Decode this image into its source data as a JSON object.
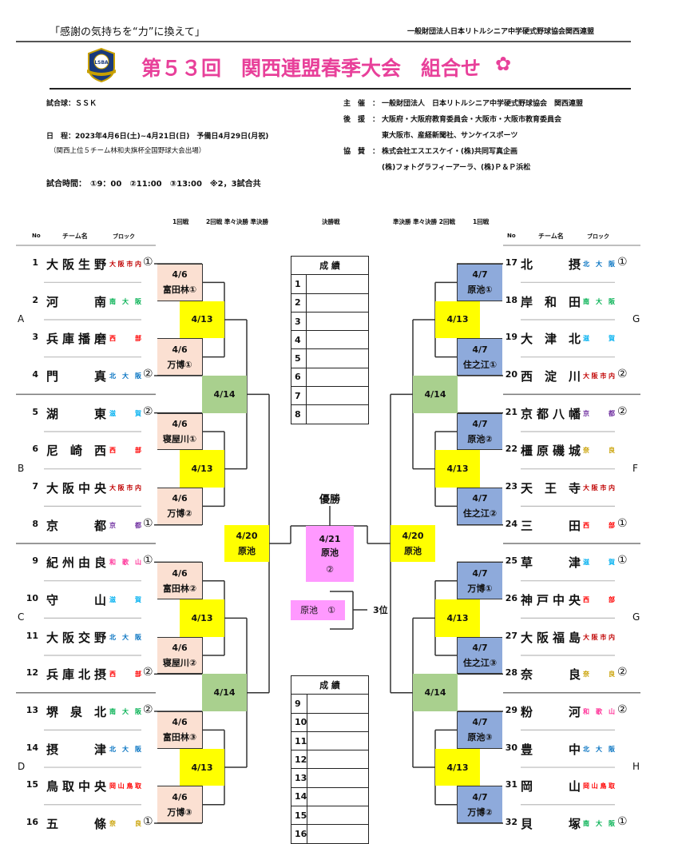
{
  "header": {
    "slogan": "「感謝の気持ちを“力”に換えて」",
    "org": "一般財団法人日本リトルシニア中学硬式野球協会関西連盟",
    "logo_text": "LSBA",
    "title": "第５３回　関西連盟春季大会　組合せ",
    "title_icon": "sakura-flower-icon",
    "title_color": "#e8409a"
  },
  "info": {
    "ball": "試合球：ＳＳＫ",
    "schedule": "日　程：2023年4月6日(土)~4月21日(日)　予備日4月29日(月祝)",
    "schedule_note": "（関西上位５チーム林和夫旗杯全国野球大会出場）",
    "times": "試合時間：　①9：00　②11:00　③13:00　※2，3試合共",
    "host_label": "主　催　：",
    "host": "一般財団法人　日本リトルシニア中学硬式野球協会　関西連盟",
    "support_label": "後　援　：",
    "support1": "大阪府・大阪府教育委員会・大阪市・大阪市教育委員会",
    "support2": "東大阪市、産経新聞社、サンケイスポーツ",
    "sponsor_label": "協　賛　：",
    "sponsor1": "株式会社エスエスケイ・(株)共同写真企画",
    "sponsor2": "(株)フォトグラフィーアーラ、(株)Ｐ＆Ｐ浜松"
  },
  "columns": {
    "left_r1": "1回戦",
    "left_rounds": "2回戦 準々決勝 準決勝",
    "final": "決勝戦",
    "right_rounds": "準決勝 準々決勝 2回戦",
    "right_r1": "1回戦",
    "no": "No",
    "team": "チーム名",
    "block": "ブロック"
  },
  "block_colors": {
    "大阪市内": "#c00000",
    "南大阪": "#00b050",
    "西部": "#ff0000",
    "北大阪": "#0070c0",
    "滋賀": "#00b0f0",
    "京都": "#7030a0",
    "和歌山": "#ff3399",
    "奈良": "#c9a000",
    "岡山鳥取": "#ff0000"
  },
  "left_groups": [
    "A",
    "B",
    "C",
    "D"
  ],
  "right_groups": [
    "G",
    "F",
    "G",
    "H"
  ],
  "left_teams": [
    {
      "no": "1",
      "name": "大阪生野",
      "block": "大阪市内",
      "seed": "①"
    },
    {
      "no": "2",
      "name": "河南",
      "block": "南大阪",
      "seed": ""
    },
    {
      "no": "3",
      "name": "兵庫播磨",
      "block": "西部",
      "seed": ""
    },
    {
      "no": "4",
      "name": "門真",
      "block": "北大阪",
      "seed": "②"
    },
    {
      "no": "5",
      "name": "湖東",
      "block": "滋賀",
      "seed": "②"
    },
    {
      "no": "6",
      "name": "尼崎西",
      "block": "西部",
      "seed": ""
    },
    {
      "no": "7",
      "name": "大阪中央",
      "block": "大阪市内",
      "seed": ""
    },
    {
      "no": "8",
      "name": "京都",
      "block": "京都",
      "seed": "①"
    },
    {
      "no": "9",
      "name": "紀州由良",
      "block": "和歌山",
      "seed": "①"
    },
    {
      "no": "10",
      "name": "守山",
      "block": "滋賀",
      "seed": ""
    },
    {
      "no": "11",
      "name": "大阪交野",
      "block": "北大阪",
      "seed": ""
    },
    {
      "no": "12",
      "name": "兵庫北摂",
      "block": "西部",
      "seed": "②"
    },
    {
      "no": "13",
      "name": "堺泉北",
      "block": "南大阪",
      "seed": "②"
    },
    {
      "no": "14",
      "name": "摂津",
      "block": "北大阪",
      "seed": ""
    },
    {
      "no": "15",
      "name": "鳥取中央",
      "block": "岡山鳥取",
      "seed": ""
    },
    {
      "no": "16",
      "name": "五條",
      "block": "奈良",
      "seed": "①"
    }
  ],
  "right_teams": [
    {
      "no": "17",
      "name": "北摂",
      "block": "北大阪",
      "seed": "①"
    },
    {
      "no": "18",
      "name": "岸和田",
      "block": "南大阪",
      "seed": ""
    },
    {
      "no": "19",
      "name": "大津北",
      "block": "滋賀",
      "seed": ""
    },
    {
      "no": "20",
      "name": "西淀川",
      "block": "大阪市内",
      "seed": "②"
    },
    {
      "no": "21",
      "name": "京都八幡",
      "block": "京都",
      "seed": "②"
    },
    {
      "no": "22",
      "name": "橿原磯城",
      "block": "奈良",
      "seed": ""
    },
    {
      "no": "23",
      "name": "天王寺",
      "block": "大阪市内",
      "seed": ""
    },
    {
      "no": "24",
      "name": "三田",
      "block": "西部",
      "seed": "①"
    },
    {
      "no": "25",
      "name": "草津",
      "block": "滋賀",
      "seed": "①"
    },
    {
      "no": "26",
      "name": "神戸中央",
      "block": "西部",
      "seed": ""
    },
    {
      "no": "27",
      "name": "大阪福島",
      "block": "大阪市内",
      "seed": ""
    },
    {
      "no": "28",
      "name": "奈良",
      "block": "奈良",
      "seed": "②"
    },
    {
      "no": "29",
      "name": "粉河",
      "block": "和歌山",
      "seed": "②"
    },
    {
      "no": "30",
      "name": "豊中",
      "block": "北大阪",
      "seed": ""
    },
    {
      "no": "31",
      "name": "岡山",
      "block": "岡山鳥取",
      "seed": ""
    },
    {
      "no": "32",
      "name": "貝塚",
      "block": "南大阪",
      "seed": "①"
    }
  ],
  "left_r1": [
    {
      "date": "4/6",
      "venue": "富田林①"
    },
    {
      "date": "4/6",
      "venue": "万博①"
    },
    {
      "date": "4/6",
      "venue": "寝屋川①"
    },
    {
      "date": "4/6",
      "venue": "万博②"
    },
    {
      "date": "4/6",
      "venue": "富田林②"
    },
    {
      "date": "4/6",
      "venue": "寝屋川②"
    },
    {
      "date": "4/6",
      "venue": "富田林③"
    },
    {
      "date": "4/6",
      "venue": "万博③"
    }
  ],
  "right_r1": [
    {
      "date": "4/7",
      "venue": "原池①"
    },
    {
      "date": "4/7",
      "venue": "住之江①"
    },
    {
      "date": "4/7",
      "venue": "原池②"
    },
    {
      "date": "4/7",
      "venue": "住之江②"
    },
    {
      "date": "4/7",
      "venue": "万博①"
    },
    {
      "date": "4/7",
      "venue": "住之江③"
    },
    {
      "date": "4/7",
      "venue": "原池③"
    },
    {
      "date": "4/7",
      "venue": "万博②"
    }
  ],
  "round2_date": "4/13",
  "qf_date": "4/14",
  "semi": {
    "date": "4/20",
    "venue": "原池"
  },
  "final": {
    "label": "優勝",
    "date": "4/21",
    "venue": "原池",
    "slot": "②"
  },
  "third": {
    "venue": "原池",
    "slot": "①",
    "label": "3位"
  },
  "results1": {
    "header": "成 績",
    "rows": [
      "1",
      "2",
      "3",
      "4",
      "5",
      "6",
      "7",
      "8"
    ]
  },
  "results2": {
    "header": "成 績",
    "rows": [
      "9",
      "10",
      "11",
      "12",
      "13",
      "14",
      "15",
      "16"
    ]
  }
}
